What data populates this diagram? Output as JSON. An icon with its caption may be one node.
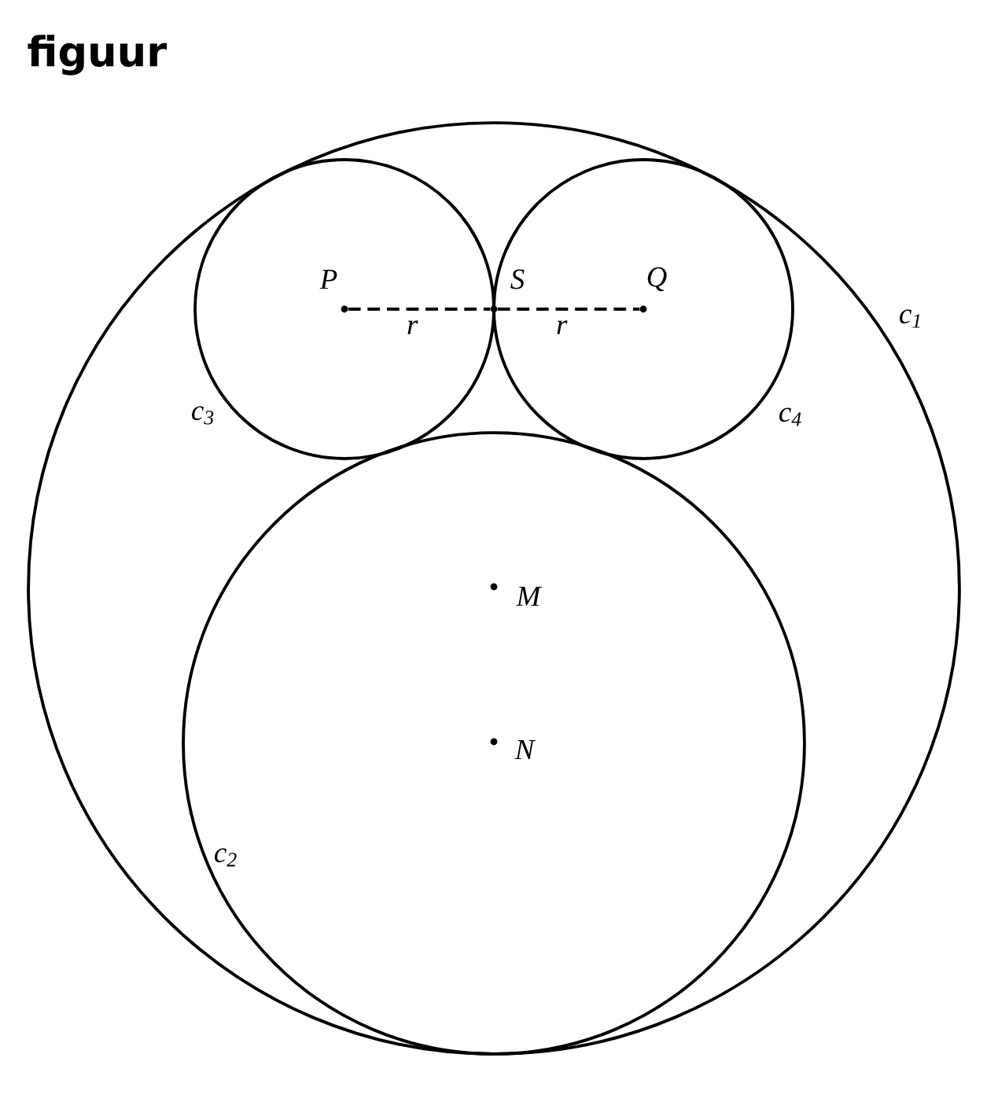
{
  "diagram": {
    "title": "figuur",
    "nodes": [
      {
        "text": [
          "c$_{1}$"
        ]
      },
      {
        "text": [
          "c$_{3}$"
        ],
        "in": 0
      },
      {
        "text": [
          "c$_{4}$"
        ],
        "in": 0
      },
      {
        "text": [
          "P"
        ],
        "in": 1
      },
      {
        "text": [
          "S"
        ],
        "in": 0
      },
      {
        "text": [
          "Q"
        ],
        "in": 2
      },
      {
        "text": [
          "c$_{2}$"
        ],
        "in": 0
      },
      {
        "text": [
          "M"
        ],
        "in": 6
      },
      {
        "text": [
          "N"
        ],
        "in": 6
      }
    ],
    "edges": [
      {
        "from": 3,
        "to": 4,
        "arrow": "none",
        "label": "r",
        "style": "dashed"
      },
      {
        "from": 4,
        "to": 5,
        "arrow": "none",
        "label": "r",
        "style": "dashed"
      }
    ]
  }
}
